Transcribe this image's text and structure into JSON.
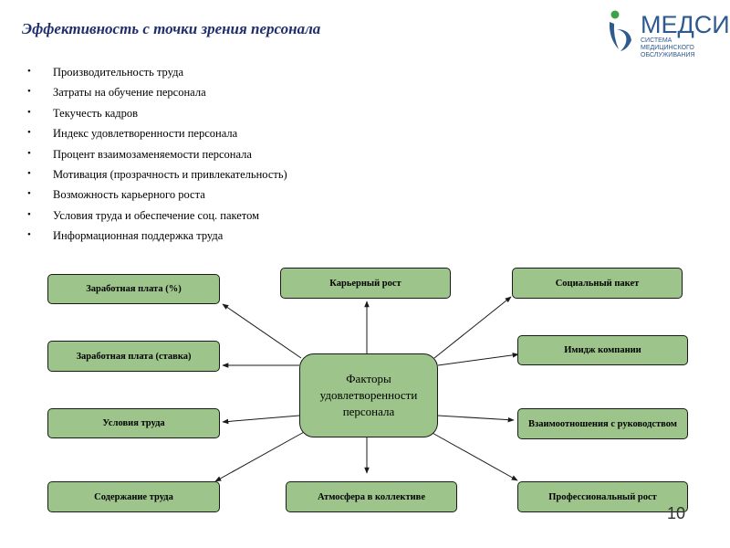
{
  "title": "Эффективность с точки зрения персонала",
  "logo": {
    "brand": "МЕДСИ",
    "subtitle": "СИСТЕМА МЕДИЦИНСКОГО ОБСЛУЖИВАНИЯ",
    "colors": {
      "blue": "#2e5a8f",
      "green": "#3fa14a"
    }
  },
  "bullets": [
    "Производительность труда",
    "Затраты на обучение персонала",
    "Текучесть кадров",
    "Индекс удовлетворенности персонала",
    "Процент взаимозаменяемости персонала",
    "Мотивация (прозрачность и привлекательность)",
    "Возможность карьерного роста",
    "Условия труда и обеспечение соц. пакетом",
    "Информационная поддержка труда"
  ],
  "diagram": {
    "center": "Факторы удовлетворенности персонала",
    "left": [
      "Заработная плата (%)",
      "Заработная плата (ставка)",
      "Условия труда",
      "Содержание труда"
    ],
    "top": "Карьерный рост",
    "bottom": "Атмосфера в коллективе",
    "right": [
      "Социальный пакет",
      "Имидж компании",
      "Взаимоотношения с руководством",
      "Профессиональный рост"
    ],
    "box_color": "#9dc48a"
  },
  "page_number": "10"
}
